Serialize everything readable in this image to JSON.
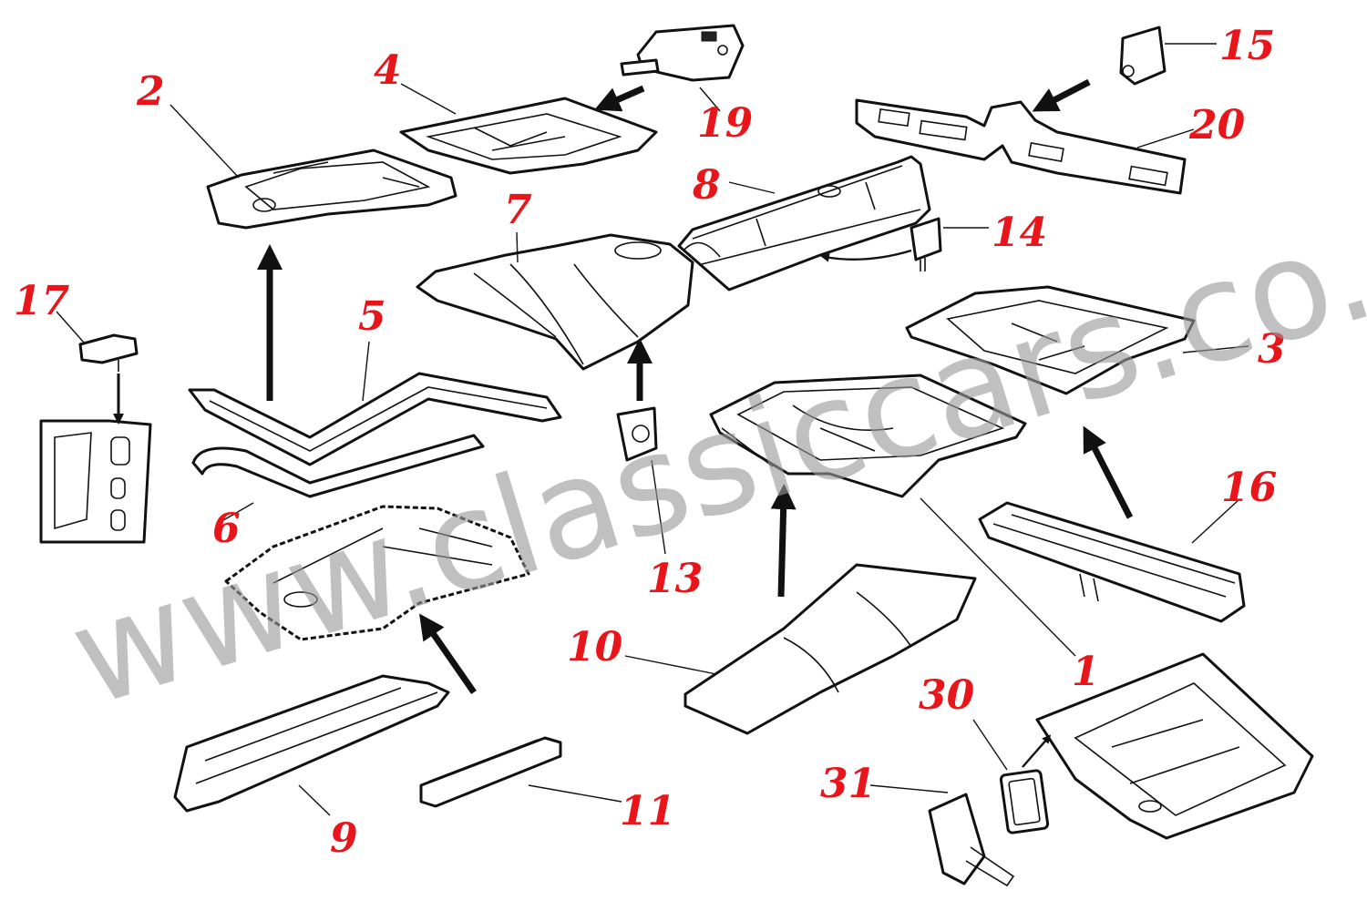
{
  "labels": {
    "p1": "1",
    "p2": "2",
    "p3": "3",
    "p4": "4",
    "p5": "5",
    "p6": "6",
    "p7": "7",
    "p8": "8",
    "p9": "9",
    "p10": "10",
    "p11": "11",
    "p13": "13",
    "p14": "14",
    "p15": "15",
    "p16": "16",
    "p17": "17",
    "p19": "19",
    "p20": "20",
    "p30": "30",
    "p31": "31"
  },
  "watermark": "www.classiccars.co.at",
  "colors": {
    "label": "#e8151b",
    "line": "#111111",
    "watermark": "#9a9a9a"
  }
}
